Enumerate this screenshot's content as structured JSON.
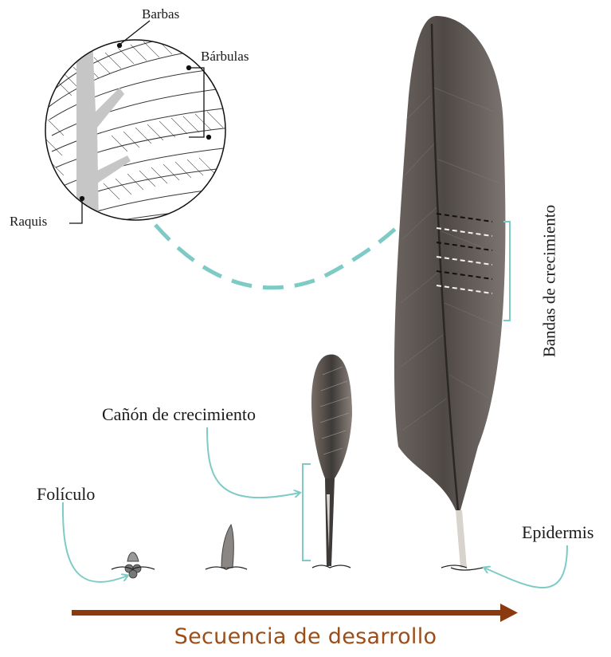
{
  "diagram": {
    "labels": {
      "barbas": "Barbas",
      "barbulas": "Bárbulas",
      "raquis": "Raquis",
      "bandas": "Bandas de crecimiento",
      "canon": "Cañón de crecimiento",
      "foliculo": "Folículo",
      "epidermis": "Epidermis",
      "secuencia": "Secuencia de desarrollo"
    },
    "colors": {
      "teal": "#7ecbc6",
      "arrow": "#8b3a10",
      "arrow_text": "#9c4d18",
      "feather": "#5b5552"
    }
  }
}
